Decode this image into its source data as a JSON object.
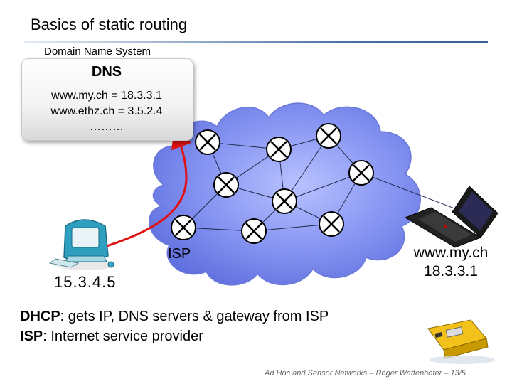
{
  "slide": {
    "title": "Basics of static routing"
  },
  "dns": {
    "subtitle": "Domain Name System",
    "header": "DNS",
    "entries": [
      "www.my.ch = 18.3.3.1",
      "www.ethz.ch = 3.5.2.4",
      "………"
    ]
  },
  "network": {
    "isp_label": "ISP"
  },
  "client": {
    "ip": "15.3.4.5"
  },
  "server": {
    "host": "www.my.ch",
    "ip": "18.3.3.1"
  },
  "notes": {
    "dhcp_term": "DHCP",
    "dhcp_text": ": gets IP, DNS servers & gateway from ISP",
    "isp_term": "ISP",
    "isp_text": ": Internet service provider"
  },
  "footer": {
    "text": "Ad Hoc and Sensor Networks – Roger Wattenhofer – 13/5"
  },
  "colors": {
    "cloud": "#7f8ff0",
    "arrow": "#e01010",
    "router_fill": "#ffffff",
    "accent_rule": "#3b5f96"
  },
  "icons": [
    "router-icon",
    "imac-computer-icon",
    "laptop-icon",
    "sensor-node-icon"
  ]
}
